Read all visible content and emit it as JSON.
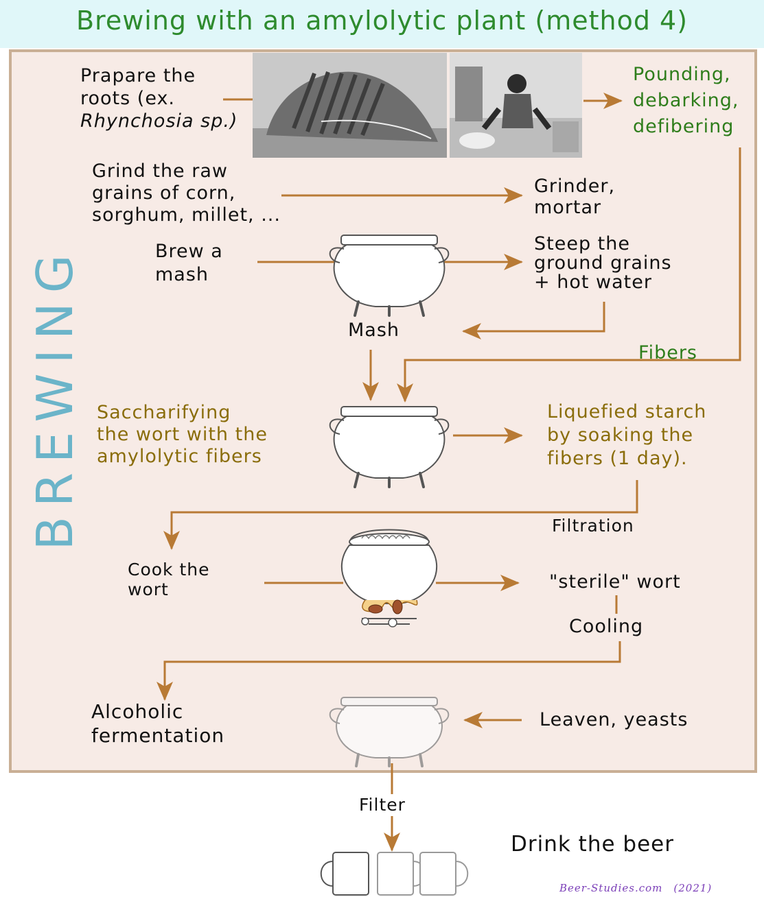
{
  "title": "Brewing with an amylolytic plant (method 4)",
  "side_label": "BREWING",
  "steps": {
    "prepare_roots": {
      "line1": "Prapare the",
      "line2": "roots (ex.",
      "line3": "Rhynchosia sp.)"
    },
    "pounding": {
      "line1": "Pounding,",
      "line2": "debarking,",
      "line3": "defibering"
    },
    "grind": {
      "line1": "Grind the raw",
      "line2": "grains of corn,",
      "line3": "sorghum, millet, ..."
    },
    "grinder": {
      "line1": "Grinder,",
      "line2": "mortar"
    },
    "brew": {
      "line1": "Brew a",
      "line2": "mash"
    },
    "steep": {
      "line1": "Steep the",
      "line2": "ground grains",
      "line3": "+ hot water"
    },
    "mash": "Mash",
    "fibers": "Fibers",
    "saccharifying": {
      "line1": "Saccharifying",
      "line2": "the wort with the",
      "line3": "amylolytic fibers"
    },
    "liquefied": {
      "line1": "Liquefied starch",
      "line2": "by soaking the",
      "line3": "fibers (1 day)."
    },
    "filtration": "Filtration",
    "cook": {
      "line1": "Cook the",
      "line2": "wort"
    },
    "sterile": "\"sterile\" wort",
    "cooling": "Cooling",
    "alcoholic": {
      "line1": "Alcoholic",
      "line2": "fermentation"
    },
    "leaven": "Leaven, yeasts",
    "filter": "Filter",
    "drink": "Drink the beer"
  },
  "credit": {
    "site": "Beer-Studies.com",
    "year": "(2021)"
  },
  "colors": {
    "arrow": "#b87a35",
    "title": "#2e8b2e",
    "green_text": "#2e7d1b",
    "olive_text": "#8a6d0b",
    "side": "#6bb4c9",
    "frame_bg": "#f7ebe6",
    "frame_border": "#c9af95"
  }
}
